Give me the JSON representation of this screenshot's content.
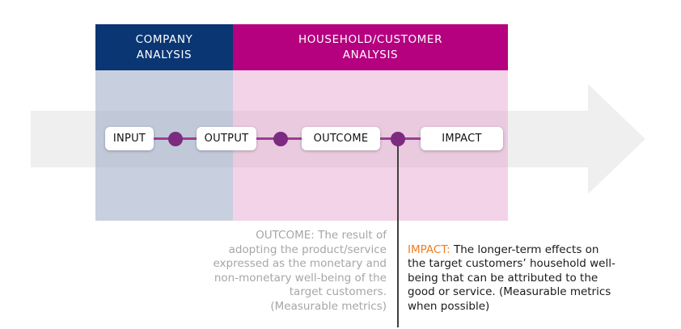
{
  "diagram": {
    "title": "input-output-outcome-impact process diagram",
    "colors": {
      "navy": "#0a3673",
      "magenta": "#b5007f",
      "panel_blue": "#ccd3e0",
      "panel_pink": "#f0d3e8",
      "arrow_gray": "#efefef",
      "dot_purple": "#7c2b80",
      "connector_purple": "#9d3c94",
      "orange": "#ef7d22",
      "note_gray": "#a6a6a6"
    },
    "headers": {
      "company": {
        "label": "COMPANY\nANALYSIS"
      },
      "household": {
        "label": "HOUSEHOLD/CUSTOMER\nANALYSIS"
      }
    },
    "flow": {
      "steps": [
        {
          "label": "INPUT"
        },
        {
          "label": "OUTPUT"
        },
        {
          "label": "OUTCOME"
        },
        {
          "label": "IMPACT"
        }
      ]
    },
    "notes": {
      "outcome": {
        "text": "OUTCOME: The result of\nadopting the product/service\nexpressed as the monetary and\nnon-monetary well-being of the\ntarget customers.\n(Measurable metrics)"
      },
      "impact": {
        "label": "IMPACT:",
        "text": " The longer-term effects on\nthe target customers’ household well-\nbeing that can be attributed to the\ngood or service. (Measurable metrics\nwhen possible)"
      }
    }
  }
}
